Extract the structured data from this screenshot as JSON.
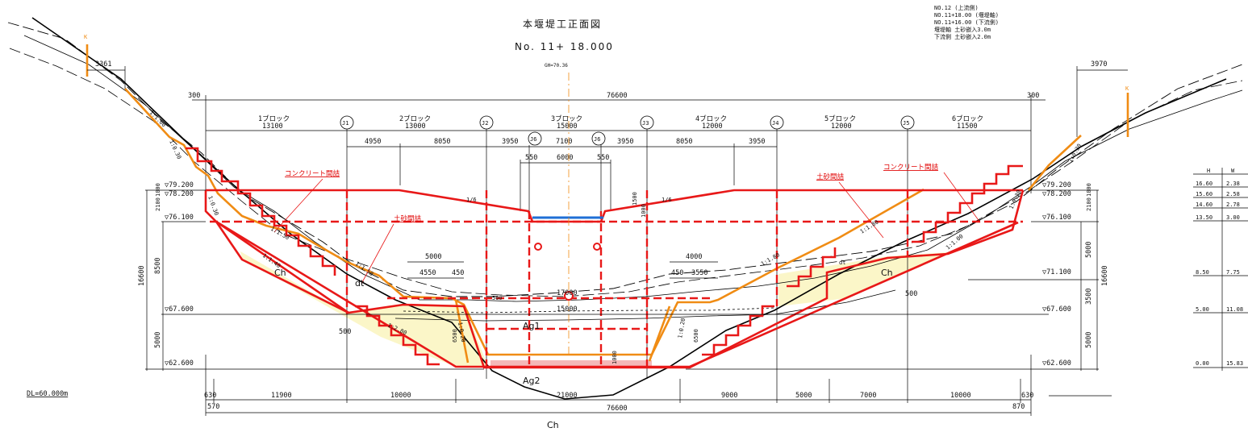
{
  "title": "本堰堤工正面図",
  "station": "No. 11+ 18.000",
  "gh_label": "GH=70.36",
  "dl_label": "DL=60.000m",
  "notes": [
    "NO.12 (上流側)",
    "NO.11+18.00 (堰堤軸)",
    "NO.11+16.00 (下流側)",
    "堰堤軸 土砂嵌入3.0m",
    "下流側 土砂嵌入2.0m"
  ],
  "blocks": [
    {
      "name": "1ブロック",
      "len": "13100"
    },
    {
      "name": "2ブロック",
      "len": "13000"
    },
    {
      "name": "3ブロック",
      "len": "15000"
    },
    {
      "name": "4ブロック",
      "len": "12000"
    },
    {
      "name": "5ブロック",
      "len": "12000"
    },
    {
      "name": "6ブロック",
      "len": "11500"
    }
  ],
  "joints": [
    "J1",
    "J2",
    "J6",
    "J6",
    "J3",
    "J4",
    "J5"
  ],
  "top_dims": {
    "total": "76600",
    "left_end": "300",
    "right_end": "300",
    "left_k": "3361",
    "right_k": "3970",
    "k": "K"
  },
  "second_dims": [
    "4950",
    "8050",
    "3950",
    "7100",
    "3950",
    "8050",
    "3950"
  ],
  "notch_dims": {
    "a": "550",
    "b": "6000",
    "c": "550"
  },
  "bottom_dims": [
    "630",
    "11900",
    "10000",
    "21000",
    "9000",
    "5000",
    "7000",
    "10000",
    "630"
  ],
  "bottom_small": {
    "left": "570",
    "right": "870"
  },
  "bottom_total": "76600",
  "levels_left": [
    "▽79.200",
    "▽78.200",
    "▽76.100",
    "▽67.600",
    "▽62.600"
  ],
  "levels_right": [
    "▽79.200",
    "▽78.200",
    "▽76.100",
    "▽71.100",
    "▽67.600",
    "▽62.600"
  ],
  "height_dims_left": {
    "total": "16600",
    "a": "8500",
    "b": "5000",
    "c": "2100",
    "d": "1000"
  },
  "height_dims_right": {
    "total": "16600",
    "a": "5000",
    "b": "3500",
    "c": "5000",
    "d": "2100",
    "e": "1000"
  },
  "red_labels": {
    "concrete_left": "コンクリート間詰",
    "soil_left": "土砂間詰",
    "soil_right": "土砂間詰",
    "concrete_right": "コンクリート間詰"
  },
  "slopes": {
    "s16a": "1/6",
    "s16b": "1/6",
    "s150a": "1:1.50",
    "s150b": "1:1.50",
    "s140": "1:1.40",
    "s200": "1:2.00",
    "s180a": "1:1.80",
    "s180b": "1:1.80",
    "s100a": "1:1.00",
    "s100b": "1:1.00",
    "s030a": "1:0.30",
    "s030b": "1:0.30",
    "s020a": "1:0.20",
    "s020b": "1:0.20",
    "s030c": "1:0.30",
    "s030d": "1:0.30"
  },
  "inner_dims": {
    "a": "5000",
    "b": "4550",
    "c": "450",
    "d": "4000",
    "e": "450",
    "f": "3550",
    "g": "17000",
    "h": "15000",
    "i": "6500",
    "j": "6500",
    "k": "1000",
    "l": "1000",
    "m": "500",
    "n": "500",
    "o": "500",
    "p": "1500"
  },
  "materials": {
    "ch1": "Ch",
    "ch2": "Ch",
    "ch3": "Ch",
    "dt1": "dt",
    "dt2": "dt",
    "ag1": "Ag1",
    "ag2": "Ag2"
  },
  "table": {
    "headers": [
      "H",
      "W"
    ],
    "rows": [
      [
        "16.60",
        "2.38"
      ],
      [
        "15.60",
        "2.58"
      ],
      [
        "14.60",
        "2.78"
      ],
      [
        "13.50",
        "3.00"
      ],
      [
        "8.50",
        "7.75"
      ],
      [
        "5.00",
        "11.08"
      ],
      [
        "0.00",
        "15.83"
      ]
    ]
  },
  "colors": {
    "red": "#e81818",
    "orange": "#f08c14",
    "blue": "#1f6fd6",
    "fill_yellow": "#fbf6c8"
  }
}
